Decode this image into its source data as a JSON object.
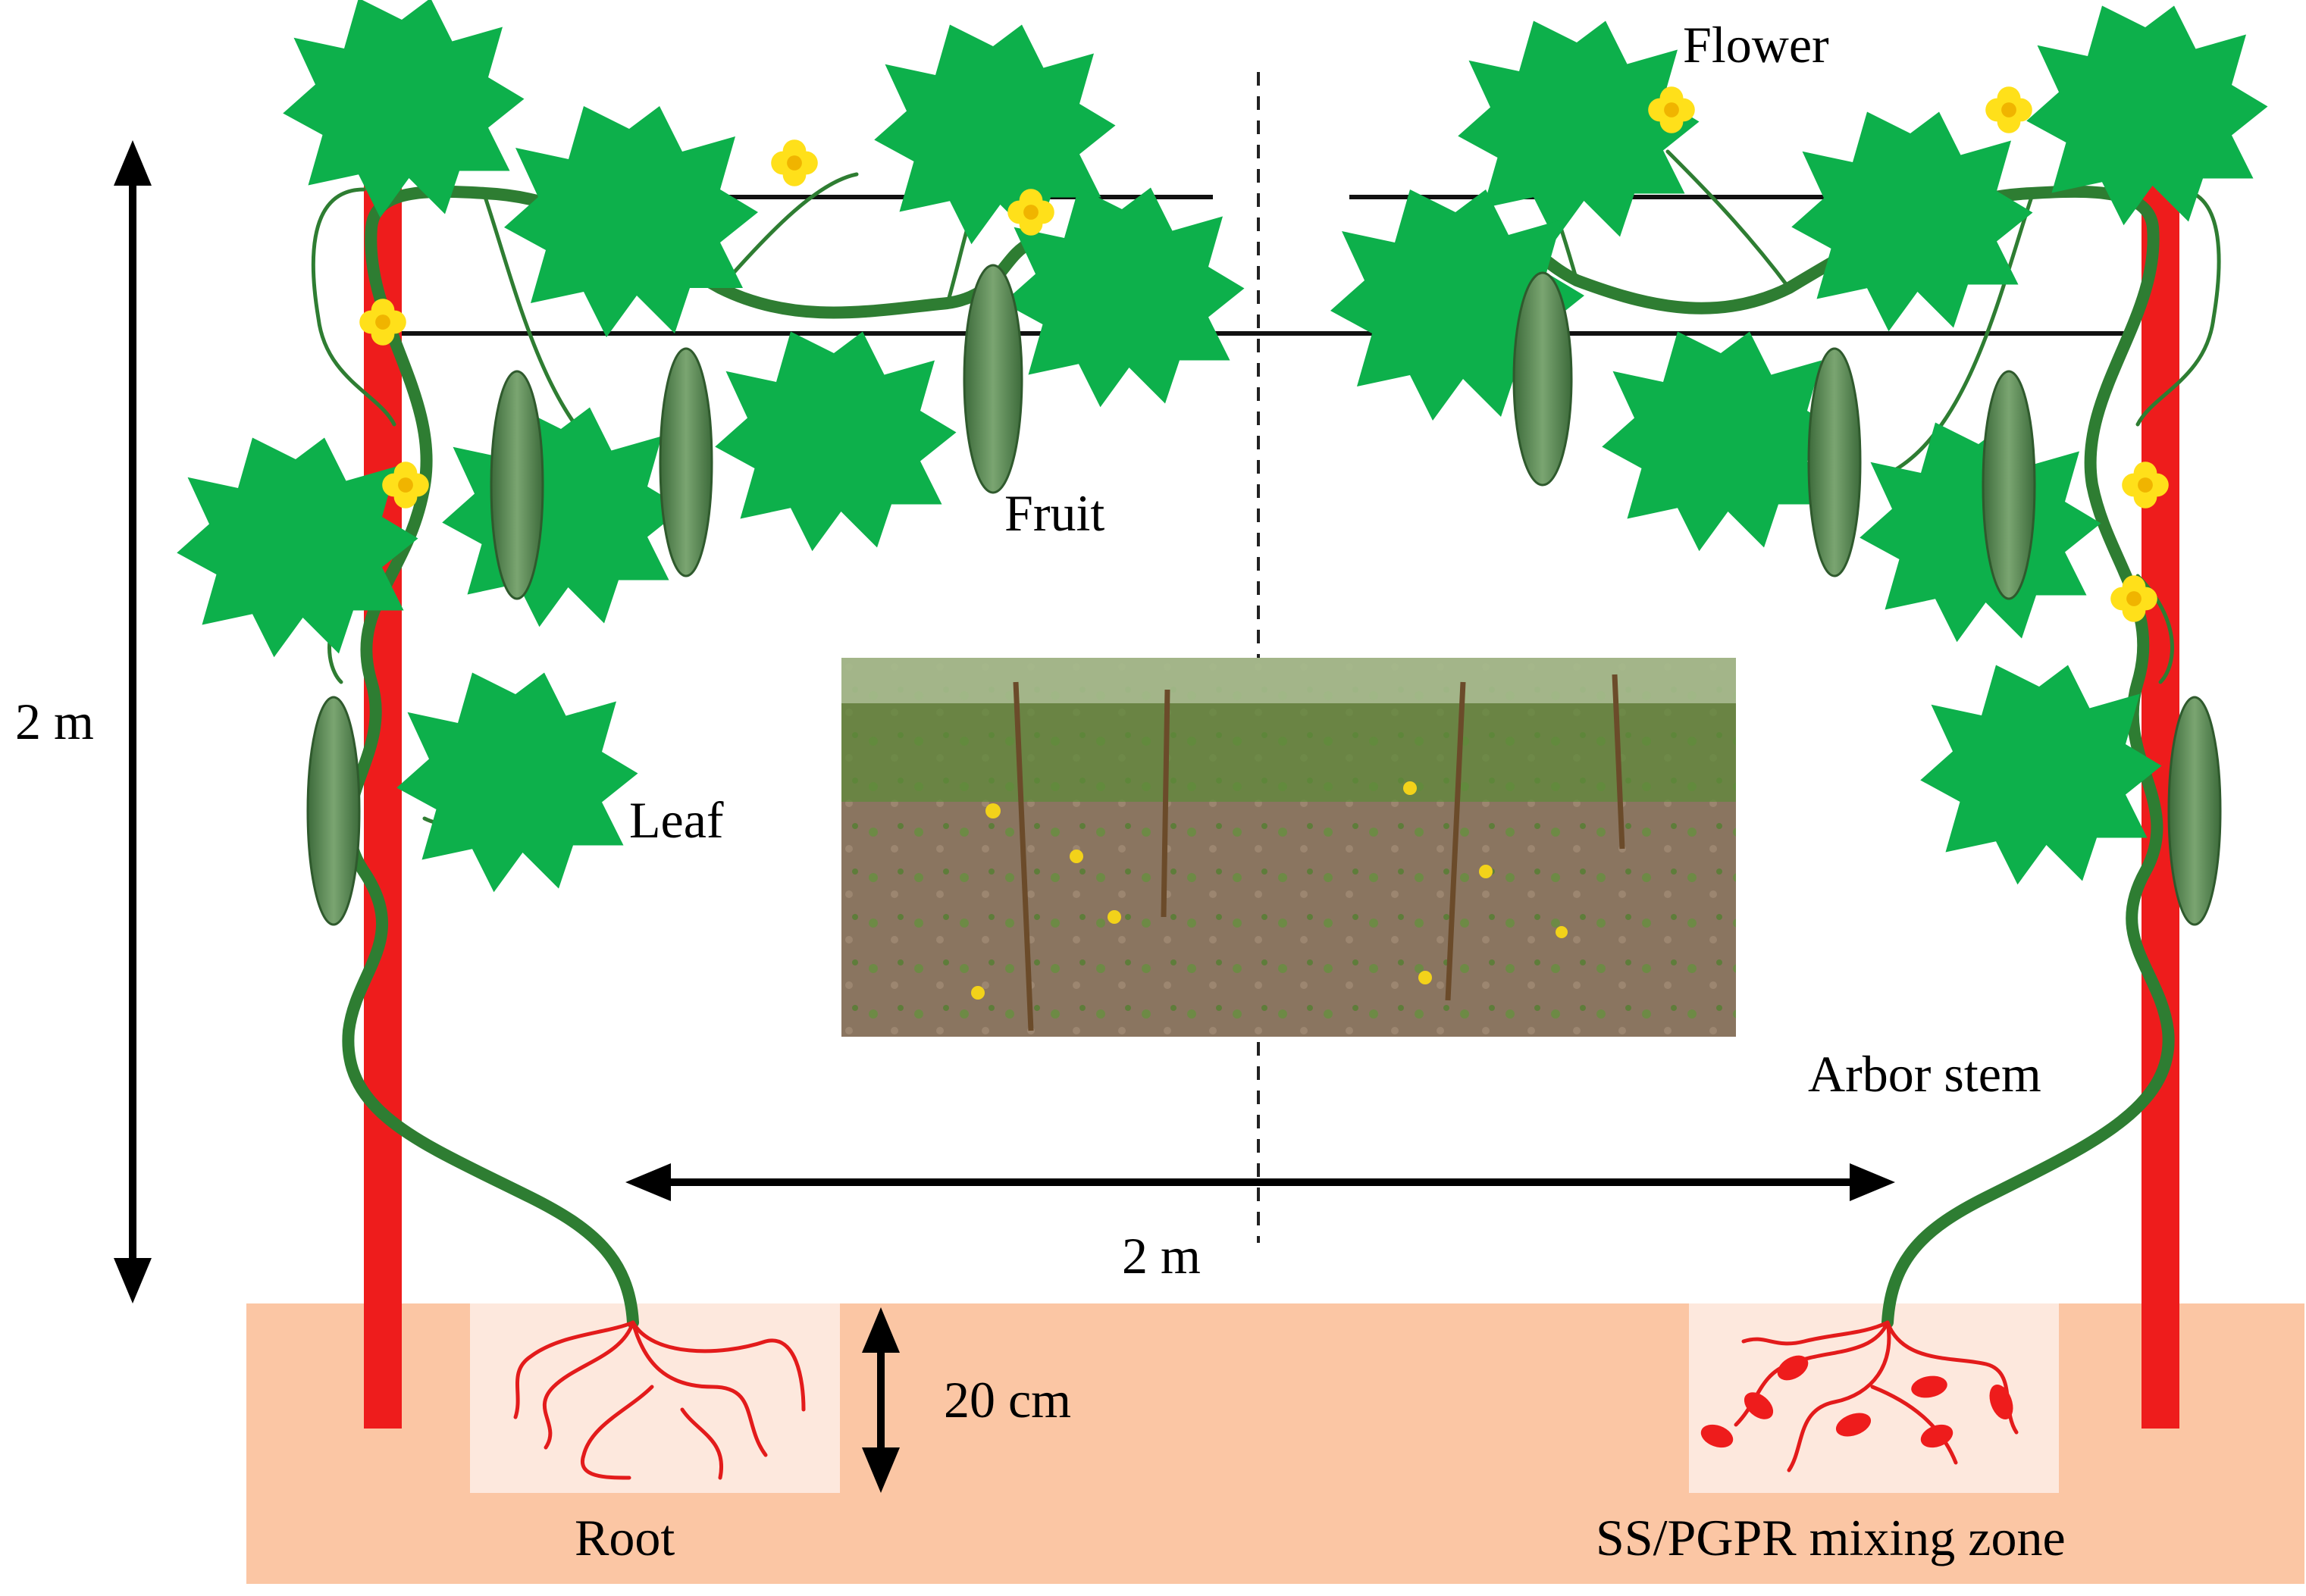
{
  "labels": {
    "flower": "Flower",
    "fruit": "Fruit",
    "leaf": "Leaf",
    "arbor_stem": "Arbor stem",
    "root": "Root",
    "mixing_zone": "SS/PGPR mixing zone"
  },
  "dimensions": {
    "height": "2 m",
    "width": "2 m",
    "depth": "20 cm"
  },
  "colors": {
    "leaf": "#0db04b",
    "stem": "#2e7d32",
    "pole": "#ee1c1c",
    "soil": "#fbc6a4",
    "zone": "#fde8dd",
    "root": "#e31b1b",
    "flower": "#ffe01a",
    "fruit": "#5a8a55"
  },
  "photo": {
    "description_icon": "field-photo"
  }
}
